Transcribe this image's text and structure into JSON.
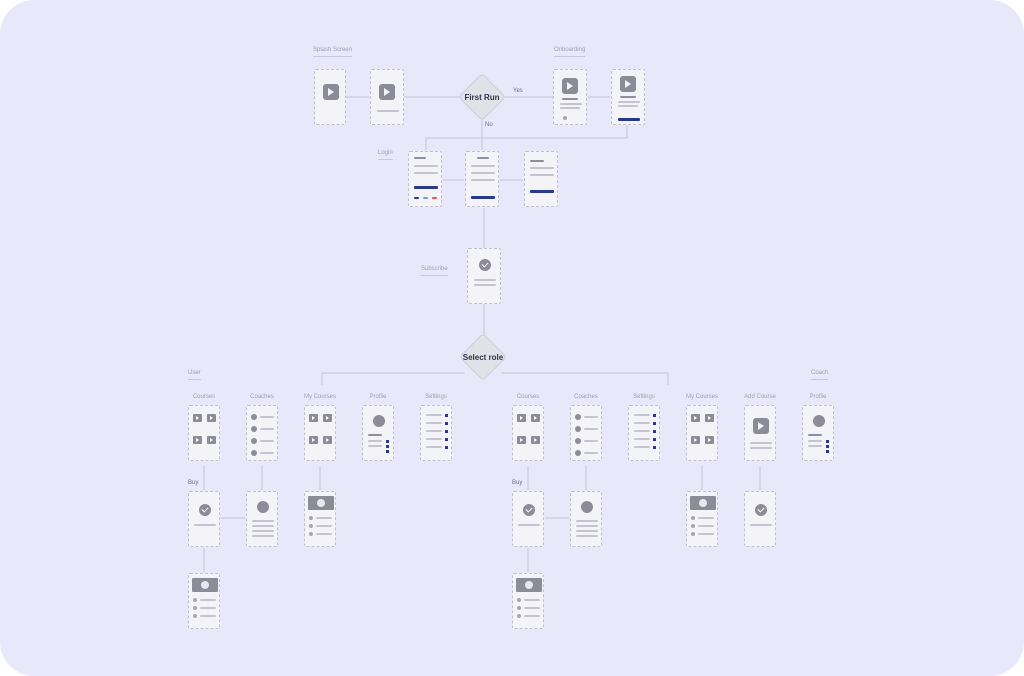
{
  "groups": {
    "splash": "Splash Screen",
    "onboarding": "Onboarding",
    "login": "Login",
    "subscribe": "Subscribe",
    "user": "User",
    "coach": "Coach"
  },
  "decisions": {
    "first_run": "First Run",
    "select_role": "Select role"
  },
  "edges": {
    "yes": "Yes",
    "no": "No",
    "buy_user": "Buy",
    "buy_coach": "Buy"
  },
  "user_screens": {
    "courses": "Courses",
    "coaches": "Coaches",
    "my_courses": "My Courses",
    "profile": "Profile",
    "settings": "Settings"
  },
  "coach_screens": {
    "courses": "Courses",
    "coaches": "Coaches",
    "settings": "Settings",
    "my_courses": "My Courses",
    "add_course": "Add Course",
    "profile": "Profile"
  },
  "colors": {
    "background": "#e9e8fb",
    "accent": "#28398c",
    "icon": "#8c8c99"
  }
}
